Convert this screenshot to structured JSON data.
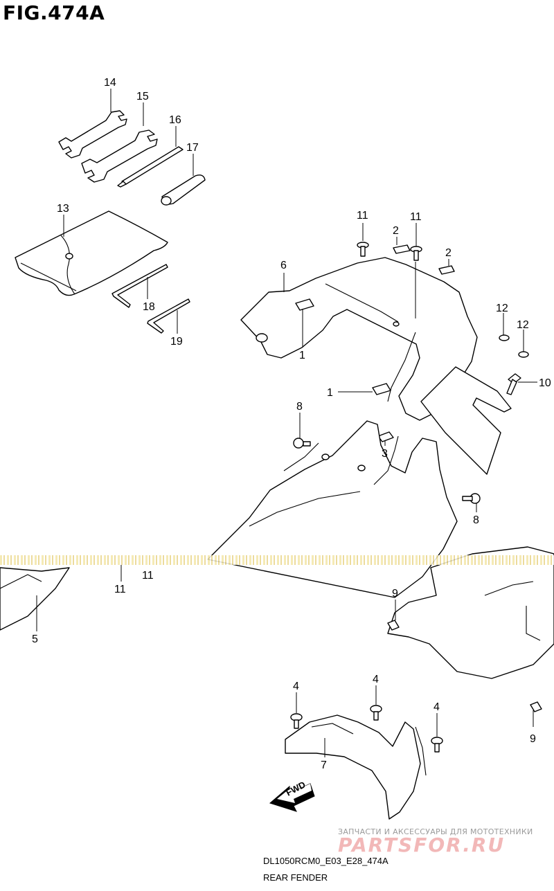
{
  "figure": {
    "title": "FIG.474A",
    "model_code": "DL1050RCM0_E03_E28_474A",
    "name": "REAR FENDER"
  },
  "fwd_label": "FWD",
  "watermark": {
    "tagline": "ЗАПЧАСТИ И АКСЕССУАРЫ ДЛЯ МОТОТЕХНИКИ",
    "logo": "PARTSFOR.RU"
  },
  "callouts": [
    {
      "id": "c14",
      "label": "14"
    },
    {
      "id": "c15",
      "label": "15"
    },
    {
      "id": "c16",
      "label": "16"
    },
    {
      "id": "c17",
      "label": "17"
    },
    {
      "id": "c13",
      "label": "13"
    },
    {
      "id": "c18",
      "label": "18"
    },
    {
      "id": "c19",
      "label": "19"
    },
    {
      "id": "c11a",
      "label": "11"
    },
    {
      "id": "c11b",
      "label": "11"
    },
    {
      "id": "c2a",
      "label": "2"
    },
    {
      "id": "c2b",
      "label": "2"
    },
    {
      "id": "c6",
      "label": "6"
    },
    {
      "id": "c1a",
      "label": "1"
    },
    {
      "id": "c1b",
      "label": "1"
    },
    {
      "id": "c12a",
      "label": "12"
    },
    {
      "id": "c12b",
      "label": "12"
    },
    {
      "id": "c10",
      "label": "10"
    },
    {
      "id": "c8a",
      "label": "8"
    },
    {
      "id": "c8b",
      "label": "8"
    },
    {
      "id": "c3",
      "label": "3"
    },
    {
      "id": "c11c",
      "label": "11"
    },
    {
      "id": "c11d",
      "label": "11"
    },
    {
      "id": "c5",
      "label": "5"
    },
    {
      "id": "c9a",
      "label": "9"
    },
    {
      "id": "c9b",
      "label": "9"
    },
    {
      "id": "c4a",
      "label": "4"
    },
    {
      "id": "c4b",
      "label": "4"
    },
    {
      "id": "c4c",
      "label": "4"
    },
    {
      "id": "c7",
      "label": "7"
    }
  ]
}
